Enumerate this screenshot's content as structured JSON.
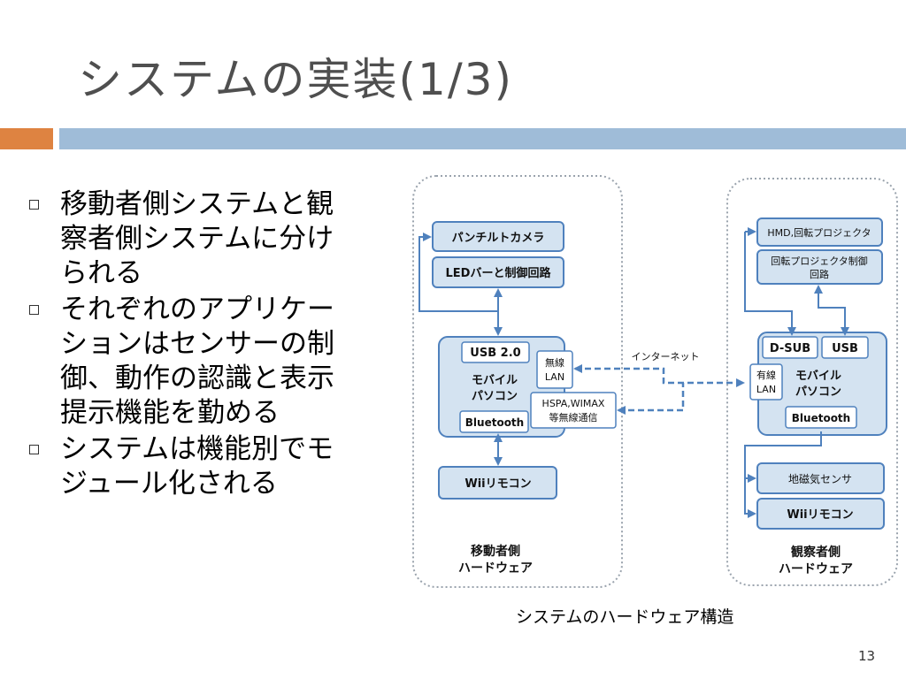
{
  "slide": {
    "title": "システムの実装(1/3)",
    "bullets": [
      [
        "移動者側システムと観",
        "察者側システムに分け",
        "られる"
      ],
      [
        "それぞれのアプリケー",
        "ションはセンサーの制",
        "御、動作の認識と表示",
        "提示機能を勤める"
      ],
      [
        "システムは機能別でモ",
        "ジュール化される"
      ]
    ],
    "caption": "システムのハードウェア構造",
    "page_number": "13"
  },
  "diagram": {
    "left_group": {
      "label_line1": "移動者側",
      "label_line2": "ハードウェア",
      "pantilt_camera": "パンチルトカメラ",
      "led_bar": "LEDバーと制御回路",
      "usb": "USB 2.0",
      "pc_line1": "モバイル",
      "pc_line2": "パソコン",
      "wlan_line1": "無線",
      "wlan_line2": "LAN",
      "hspa_line1": "HSPA,WIMAX",
      "hspa_line2": "等無線通信",
      "bluetooth": "Bluetooth",
      "wii": "Wiiリモコン"
    },
    "right_group": {
      "label_line1": "観察者側",
      "label_line2": "ハードウェア",
      "hmd": "HMD,回転プロジェクタ",
      "proj_ctrl_line1": "回転プロジェクタ制御",
      "proj_ctrl_line2": "回路",
      "dsub": "D-SUB",
      "usb": "USB",
      "wired_line1": "有線",
      "wired_line2": "LAN",
      "pc_line1": "モバイル",
      "pc_line2": "パソコン",
      "bluetooth": "Bluetooth",
      "geomag": "地磁気センサ",
      "wii": "Wiiリモコン"
    },
    "internet": "インターネット",
    "colors": {
      "box_fill": "#d4e3f1",
      "box_stroke": "#4f81bd",
      "line": "#4f81bd",
      "group_border": "#9aa3ad"
    }
  }
}
